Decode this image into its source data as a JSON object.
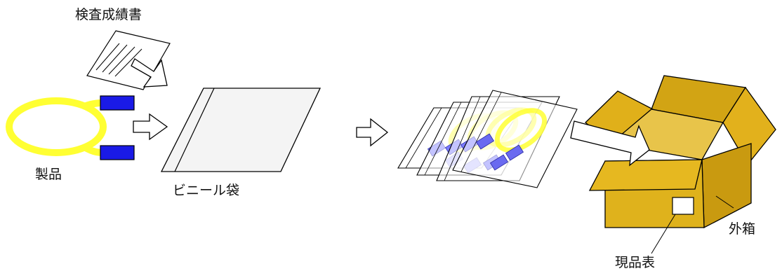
{
  "labels": {
    "inspection_report": "検査成績書",
    "product": "製品",
    "vinyl_bag": "ビニール袋",
    "outer_box": "外箱",
    "product_label": "現品表"
  },
  "colors": {
    "fiber_yellow": "#ffff33",
    "connector_blue": "#1a1ae6",
    "box_main": "#e6b820",
    "box_front": "#dfb21c",
    "box_side": "#c99a10",
    "box_lid_back": "#d2a414",
    "bag_fill": "#f4f4f4",
    "outline": "#000000"
  },
  "icons": {
    "document": "document-icon",
    "arrow": "block-arrow-right-icon",
    "bag": "vinyl-bag-icon",
    "box": "cardboard-box-icon"
  }
}
